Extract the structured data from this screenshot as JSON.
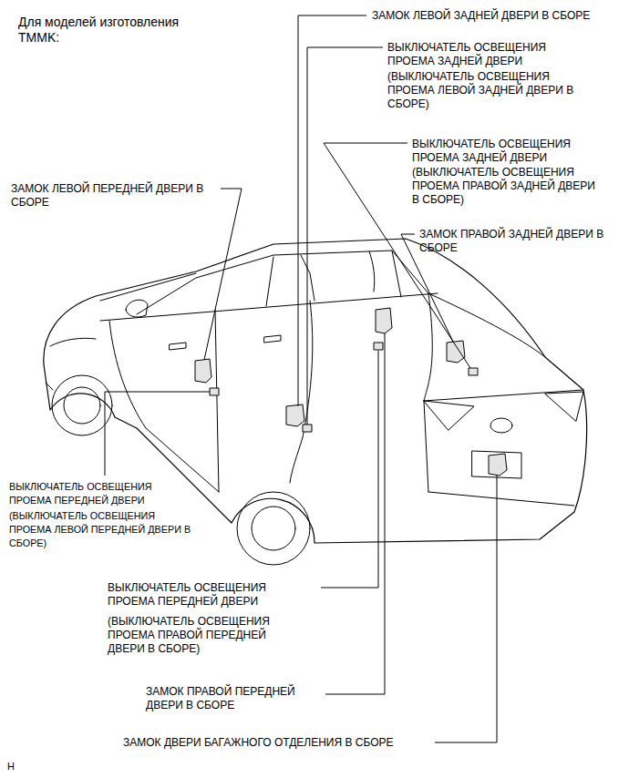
{
  "diagram": {
    "title": "Для моделей изготовления TMMK:",
    "labels": [
      "ЗАМОК ЛЕВОЙ ЗАДНЕЙ ДВЕРИ В СБОРЕ",
      "ВЫКЛЮЧАТЕЛЬ ОСВЕЩЕНИЯ ПРОЕМА ЗАДНЕЙ ДВЕРИ",
      "(ВЫКЛЮЧАТЕЛЬ ОСВЕЩЕНИЯ ПРОЕМА ЛЕВОЙ ЗАДНЕЙ ДВЕРИ В СБОРЕ)",
      "ВЫКЛЮЧАТЕЛЬ ОСВЕЩЕНИЯ ПРОЕМА ЗАДНЕЙ ДВЕРИ",
      "(ВЫКЛЮЧАТЕЛЬ ОСВЕЩЕНИЯ ПРОЕМА ПРАВОЙ ЗАДНЕЙ ДВЕРИ В СБОРЕ)",
      "ЗАМОК ПРАВОЙ ЗАДНЕЙ ДВЕРИ В СБОРЕ",
      "ЗАМОК ЛЕВОЙ ПЕРЕДНЕЙ ДВЕРИ В СБОРЕ",
      "ВЫКЛЮЧАТЕЛЬ ОСВЕЩЕНИЯ ПРОЕМА ПЕРЕДНЕЙ ДВЕРИ",
      "(ВЫКЛЮЧАТЕЛЬ ОСВЕЩЕНИЯ ПРОЕМА ЛЕВОЙ ПЕРЕДНЕЙ ДВЕРИ В СБОРЕ)",
      "ВЫКЛЮЧАТЕЛЬ ОСВЕЩЕНИЯ ПРОЕМА ПЕРЕДНЕЙ ДВЕРИ",
      "(ВЫКЛЮЧАТЕЛЬ ОСВЕЩЕНИЯ ПРОЕМА ПРАВОЙ ПЕРЕДНЕЙ ДВЕРИ В СБОРЕ)",
      "ЗАМОК ПРАВОЙ ПЕРЕДНЕЙ ДВЕРИ В СБОРЕ",
      "ЗАМОК ДВЕРИ БАГАЖНОГО ОТДЕЛЕНИЯ В СБОРЕ",
      "H"
    ]
  }
}
